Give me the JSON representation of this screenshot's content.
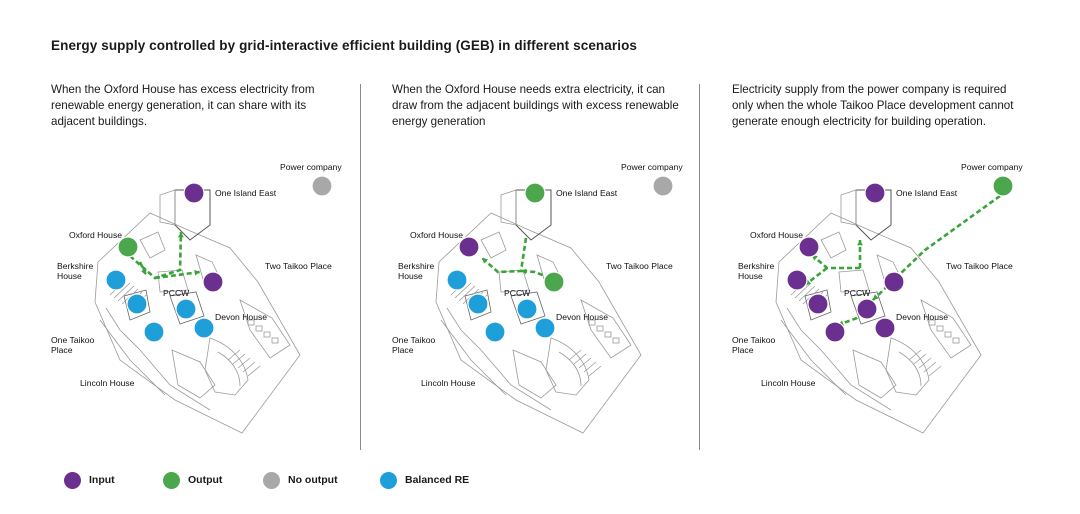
{
  "title": "Energy supply controlled by grid-interactive efficient building (GEB) in different scenarios",
  "colors": {
    "input": "#6b2f90",
    "output": "#4ca64c",
    "no_output": "#a8a8a8",
    "balanced": "#1f9fd9",
    "arrow": "#3aa33a"
  },
  "labels": {
    "power": "Power company",
    "one_island_east": "One Island East",
    "oxford": "Oxford House",
    "berkshire": [
      "Berkshire",
      "House"
    ],
    "two_taikoo": "Two Taikoo Place",
    "pccw": "PCCW",
    "devon": "Devon House",
    "one_taikoo": [
      "One Taikoo",
      "Place"
    ],
    "lincoln": "Lincoln House"
  },
  "panels": [
    {
      "desc_lines": [
        "When the Oxford House has excess electricity from",
        "renewable energy generation, it can share with its",
        "adjacent buildings."
      ],
      "nodes": {
        "power": "no_output",
        "island": "input",
        "oxford": "output",
        "berkshire": "balanced",
        "pccw": "balanced",
        "pccw2": "balanced",
        "two_taikoo": "input",
        "taikoo": "balanced",
        "devon": "balanced"
      }
    },
    {
      "desc_lines": [
        "When the Oxford House needs extra electricity, it can",
        "draw from the adjacent buildings with excess renewable",
        "energy generation"
      ],
      "nodes": {
        "power": "no_output",
        "island": "output",
        "oxford": "input",
        "berkshire": "balanced",
        "pccw": "balanced",
        "pccw2": "balanced",
        "two_taikoo": "output",
        "taikoo": "balanced",
        "devon": "balanced"
      }
    },
    {
      "desc_lines": [
        "Electricity supply from the power company is required",
        "only when the whole Taikoo Place development cannot",
        "generate enough electricity for building operation."
      ],
      "nodes": {
        "power": "output",
        "island": "input",
        "oxford": "input",
        "berkshire": "input",
        "pccw": "input",
        "pccw2": "input",
        "two_taikoo": "input",
        "taikoo": "input",
        "devon": "input"
      }
    }
  ],
  "legend": [
    {
      "key": "input",
      "label": "Input"
    },
    {
      "key": "output",
      "label": "Output"
    },
    {
      "key": "no_output",
      "label": "No output"
    },
    {
      "key": "balanced",
      "label": "Balanced RE"
    }
  ]
}
